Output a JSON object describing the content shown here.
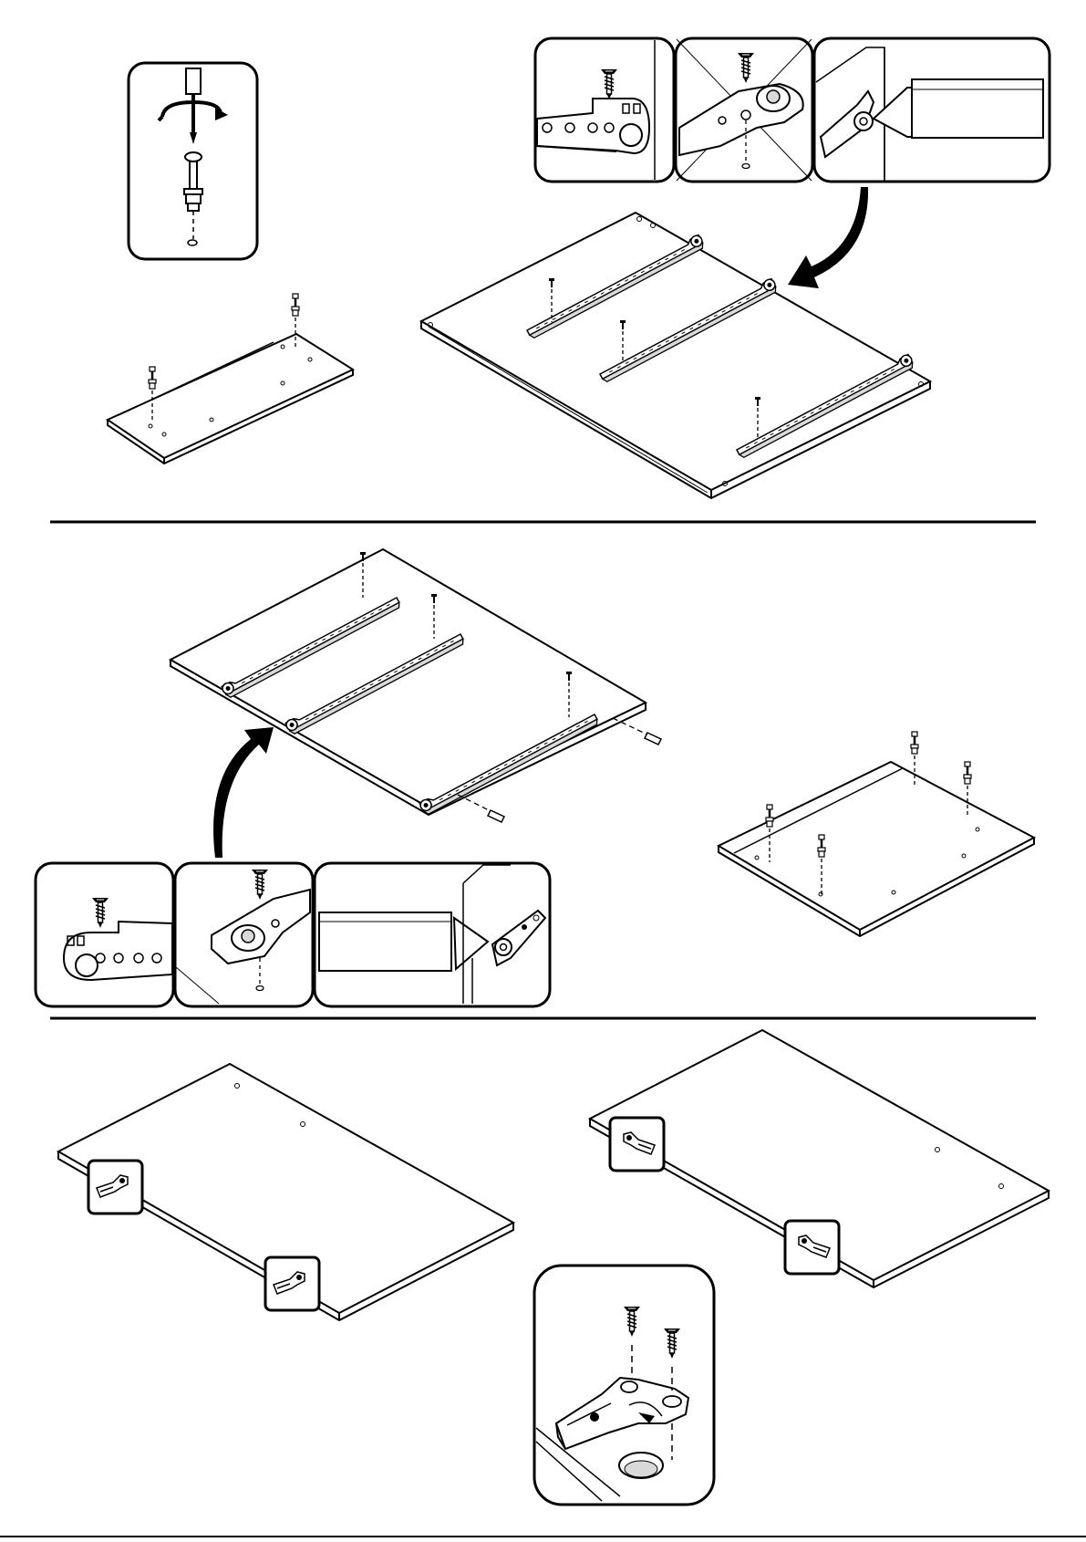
{
  "document": {
    "type": "assembly-instructions",
    "sections": [
      {
        "name": "drawer-slide-installation",
        "parts": [
          "screwdriver",
          "cam-bolt",
          "panel",
          "drawer-slide",
          "screw"
        ]
      },
      {
        "name": "drawer-slide-installation-mirrored",
        "parts": [
          "panel",
          "drawer-slide",
          "dowel",
          "cam-bolt",
          "screw"
        ]
      },
      {
        "name": "hinge-installation",
        "parts": [
          "door-panel",
          "hinge",
          "screw"
        ]
      }
    ]
  },
  "icons": [
    "screwdriver-icon",
    "rotate-arrow-icon",
    "cam-bolt-icon",
    "screw-icon",
    "dowel-icon",
    "hinge-icon",
    "arrow-icon"
  ],
  "colors": {
    "ink": "#000000",
    "paper": "#ffffff",
    "shade": "#d9d9d9"
  }
}
